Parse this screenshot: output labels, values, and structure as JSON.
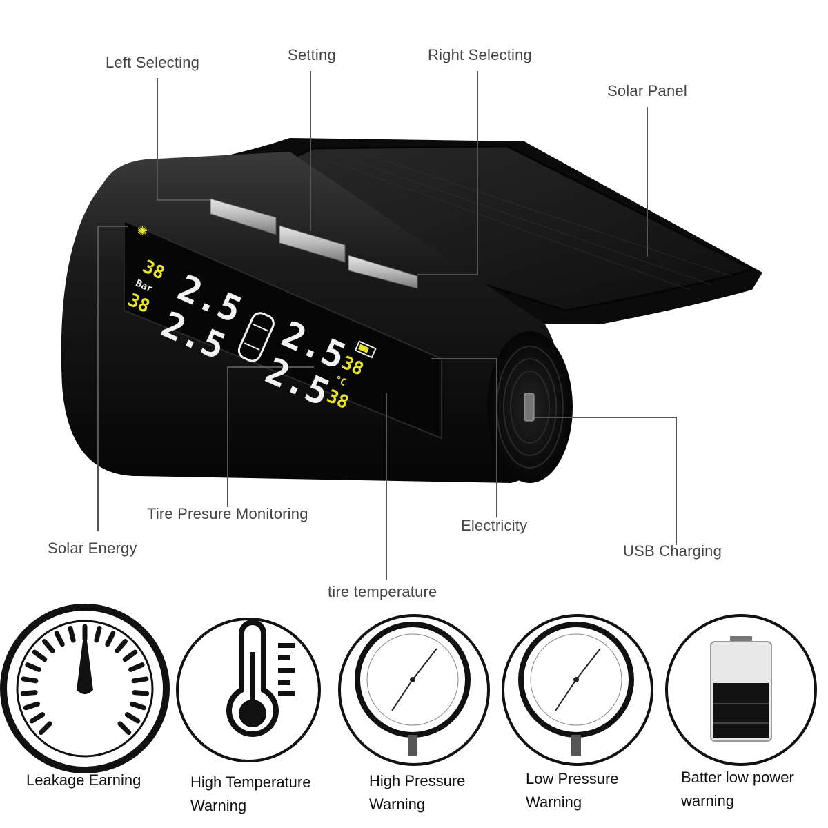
{
  "callouts": {
    "left_selecting": "Left Selecting",
    "setting": "Setting",
    "right_selecting": "Right Selecting",
    "solar_panel": "Solar Panel",
    "tire_pressure_monitoring": "Tire Presure Monitoring",
    "solar_energy": "Solar Energy",
    "electricity": "Electricity",
    "usb_charging": "USB Charging",
    "tire_temperature": "tire temperature"
  },
  "lcd": {
    "unit": "Bar",
    "left_pressure_top": "2.5",
    "left_pressure_bottom": "2.5",
    "right_pressure_top": "2.5",
    "right_pressure_bottom": "2.5",
    "left_temp_top": "38",
    "left_temp_bottom": "38",
    "right_temp_top": "38",
    "right_temp_bottom": "38",
    "temp_unit": "°C"
  },
  "features": [
    {
      "line1": "Leakage Earning",
      "line2": ""
    },
    {
      "line1": "High Temperature",
      "line2": "Warning"
    },
    {
      "line1": "High Pressure",
      "line2": "Warning"
    },
    {
      "line1": "Low Pressure",
      "line2": "Warning"
    },
    {
      "line1": "Batter low power",
      "line2": "warning"
    }
  ],
  "colors": {
    "lcd_yellow": "#e8e22a",
    "lcd_white": "#f2f2f2",
    "device_body": "#141414",
    "leader_line": "#555555"
  }
}
